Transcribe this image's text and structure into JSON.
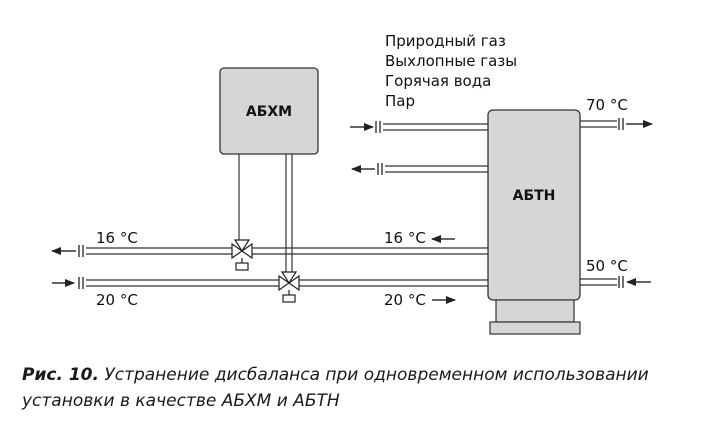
{
  "units": {
    "absorption_chiller": "АБХМ",
    "absorption_heat_pump": "АБТН"
  },
  "heat_sources": [
    "Природный газ",
    "Выхлопные газы",
    "Горячая вода",
    "Пар"
  ],
  "temperatures": {
    "hot_out": "70 °C",
    "hot_in": "50 °C",
    "supply_left": "16 °C",
    "supply_right": "16 °C",
    "return_left": "20 °C",
    "return_right": "20 °C"
  },
  "caption": {
    "label": "Рис. 10.",
    "text": " Устранение дисбаланса при одновременном использовании установки в качестве АБХМ и АБТН"
  }
}
